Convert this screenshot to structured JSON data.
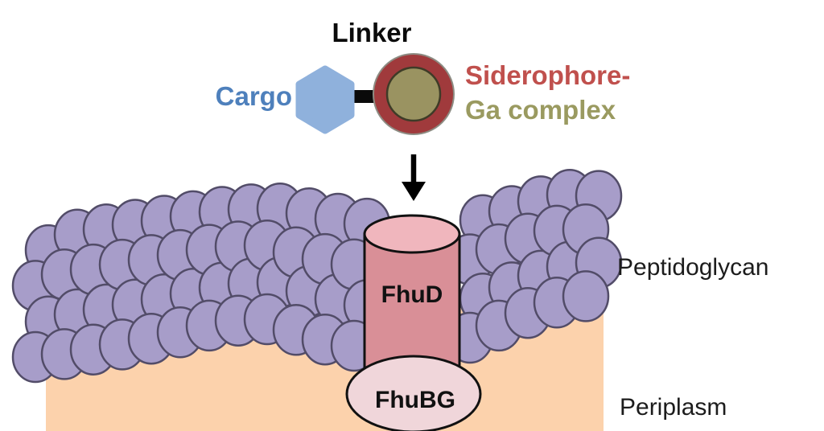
{
  "labels": {
    "linker": "Linker",
    "cargo": "Cargo",
    "siderophore_line1": "Siderophore-",
    "siderophore_line2": "Ga complex",
    "fhud": "FhuD",
    "fhubg": "FhuBG",
    "peptidoglycan": "Peptidoglycan",
    "periplasm": "Periplasm"
  },
  "colors": {
    "cargo_text": "#4E80BC",
    "siderophore_text": "#C0504D",
    "ga_complex_text": "#9A9A60",
    "hexagon": "#8FB1DC",
    "ring": "#A03A3C",
    "ring_outline": "#8D8C83",
    "ring_core": "#9A9361",
    "ring_core_outline": "#3E3B27",
    "linker_bar": "#0A0A0A",
    "arrow": "#000000",
    "peptidoglycan_fill": "#A79DC9",
    "peptidoglycan_outline": "#524C68",
    "periplasm_fill": "#FCD2AC",
    "cylinder_body": "#D98F97",
    "cylinder_top": "#F0B6BD",
    "fhubg_fill": "#F0D6DA",
    "outline_black": "#111111"
  }
}
